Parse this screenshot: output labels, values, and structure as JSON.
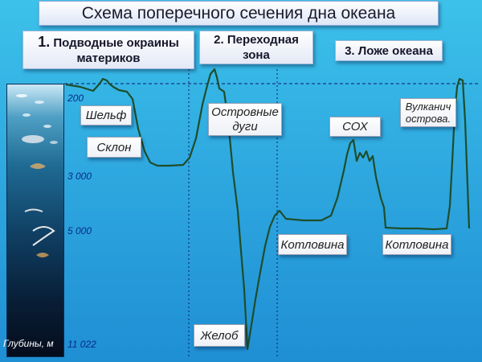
{
  "title": "Схема  поперечного сечения дна океана",
  "zones": {
    "zone1_num": "1.",
    "zone1_text": "Подводные окраины материков",
    "zone2": "2. Переходная зона",
    "zone3": "3. Ложе океана"
  },
  "labels": {
    "shelf": "Шельф",
    "slope": "Склон",
    "island_arcs": "Островные дуги",
    "trench": "Желоб",
    "basin_left": "Котловина",
    "mor": "СОХ",
    "volcanic": "Вулканич острова.",
    "basin_right": "Котловина"
  },
  "depths": {
    "d200": "200",
    "d3000": "3 000",
    "d5000": "5 000",
    "d11022": "11 022",
    "caption": "Глубины, м"
  },
  "colors": {
    "profile": "#1e4d2b",
    "dashed": "#0c1a66",
    "background": "#2fa9e0"
  }
}
